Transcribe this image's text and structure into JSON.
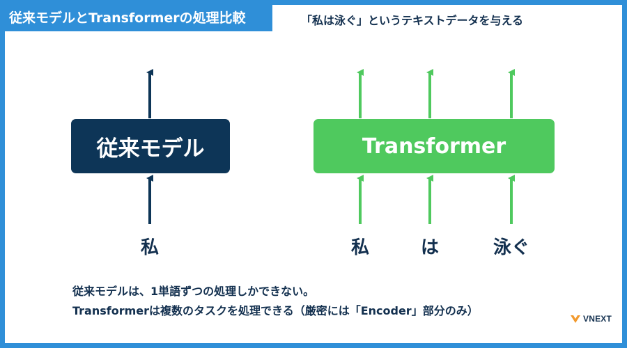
{
  "header": {
    "title": "従来モデルとTransformerの処理比較",
    "subtitle": "「私は泳ぐ」というテキストデータを与える"
  },
  "diagram": {
    "legacy_box_label": "従来モデル",
    "transformer_box_label": "Transformer",
    "legacy_inputs": [
      "私"
    ],
    "transformer_inputs": [
      "私",
      "は",
      "泳ぐ"
    ]
  },
  "captions": {
    "line1": "従来モデルは、1単語ずつの処理しかできない。",
    "line2": "Transformerは複数のタスクを処理できる（厳密には「Encoder」部分のみ）"
  },
  "brand": {
    "name": "VNEXT"
  },
  "colors": {
    "frame": "#2f8fd8",
    "legacy": "#0d3557",
    "transformer": "#4fc95e",
    "text": "#13304f",
    "brand_mark": "#f29a2e"
  }
}
